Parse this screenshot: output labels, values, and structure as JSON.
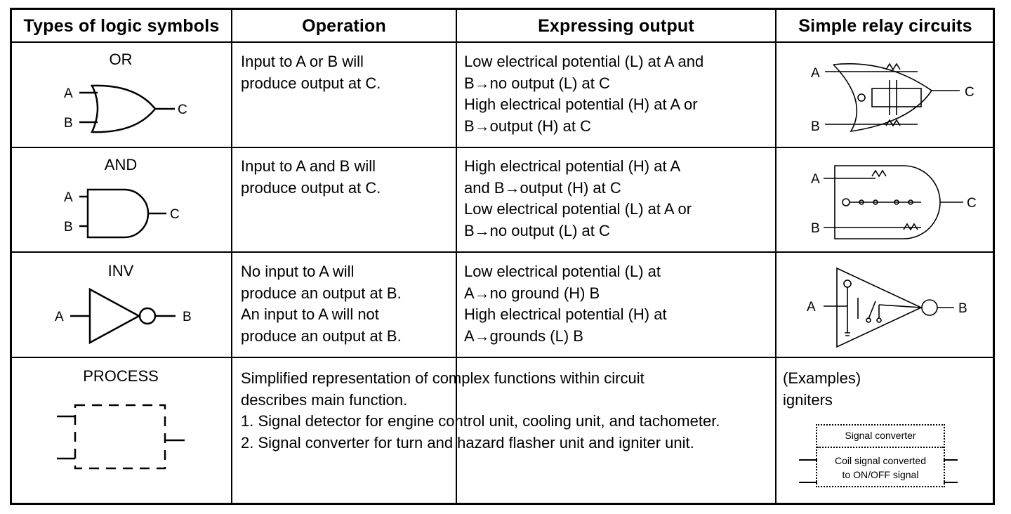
{
  "headers": {
    "types": "Types of logic symbols",
    "operation": "Operation",
    "expressing": "Expressing output",
    "relay": "Simple relay circuits"
  },
  "rows": [
    {
      "symbol_name": "OR",
      "symbol_icon": "or-gate-icon",
      "pins": {
        "a": "A",
        "b": "B",
        "out": "C"
      },
      "operation": [
        "Input to A or B will",
        "produce output at C."
      ],
      "expressing": [
        "Low electrical potential (L) at A and",
        "B→no output (L) at C",
        "High electrical potential (H) at A or",
        "B→output (H) at C"
      ]
    },
    {
      "symbol_name": "AND",
      "symbol_icon": "and-gate-icon",
      "pins": {
        "a": "A",
        "b": "B",
        "out": "C"
      },
      "operation": [
        "Input to A and B will",
        "produce output at C."
      ],
      "expressing": [
        "High electrical potential (H) at A",
        "and B→output (H) at C",
        "Low electrical potential (L) at A or",
        "B→no output (L) at C"
      ]
    },
    {
      "symbol_name": "INV",
      "symbol_icon": "inverter-gate-icon",
      "pins": {
        "a": "A",
        "out": "B"
      },
      "operation": [
        "No input to A will",
        "produce an output at B.",
        "An input to A will not",
        "produce an output at B."
      ],
      "expressing": [
        "Low electrical potential (L) at",
        "A→no ground (H) B",
        "High electrical potential (H) at",
        "A→grounds (L) B"
      ]
    },
    {
      "symbol_name": "PROCESS",
      "symbol_icon": "process-block-icon",
      "description": [
        "Simplified representation of complex functions within circuit",
        "describes main function."
      ],
      "list": [
        "1.  Signal detector for engine control unit, cooling unit, and tachometer.",
        "2.  Signal converter for turn and hazard flasher unit and igniter unit."
      ],
      "examples_label": "(Examples)",
      "examples_value": "igniters",
      "converter_box": {
        "title": "Signal converter",
        "line1": "Coil signal converted",
        "line2": "to ON/OFF signal"
      }
    }
  ]
}
